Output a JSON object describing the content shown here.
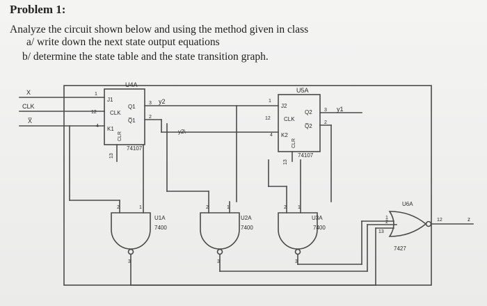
{
  "problem": {
    "title": "Problem 1:",
    "line1": "Analyze the circuit shown below and using the method given in class",
    "line2": "a/ write down the next state  output  equations",
    "line3": "b/ determine the state table and the state transition graph."
  },
  "inputs": {
    "x": "X",
    "clk": "CLK",
    "xbar": "X̅"
  },
  "ff1": {
    "title": "U4A",
    "j": "J1",
    "k": "K1",
    "clk": "CLK",
    "q": "Q1",
    "qbar": "Q̅1",
    "clr": "CLR",
    "part": "74107",
    "y": "y2",
    "pin_j": "1",
    "pin_clk": "12",
    "pin_k": "4",
    "pin_clr": "13",
    "pin_q": "3",
    "pin_qbar": "2"
  },
  "ff2": {
    "title": "U5A",
    "j": "J2",
    "k": "K2",
    "clk": "CLK",
    "q": "Q2",
    "qbar": "Q̅2",
    "clr": "CLR",
    "part": "74107",
    "y": "y1",
    "pin_j": "1",
    "pin_clk": "12",
    "pin_k": "4",
    "pin_clr": "13",
    "pin_q": "3",
    "pin_qbar": "2"
  },
  "midlabel": "y2\\",
  "gates": [
    {
      "name": "U1A",
      "part": "7400",
      "pin_a": "2",
      "pin_b": "1",
      "pin_out": "3"
    },
    {
      "name": "U2A",
      "part": "7400",
      "pin_a": "2",
      "pin_b": "1",
      "pin_out": "3"
    },
    {
      "name": "U3A",
      "part": "7400",
      "pin_a": "2",
      "pin_b": "1",
      "pin_out": "3"
    }
  ],
  "gate4": {
    "name": "U6A",
    "part": "7427",
    "pin1": "1",
    "pin2": "2",
    "pin3": "13",
    "pin_out": "12",
    "output": "z"
  },
  "colors": {
    "wire": "#4a4a4a",
    "text": "#1e1e1e"
  }
}
